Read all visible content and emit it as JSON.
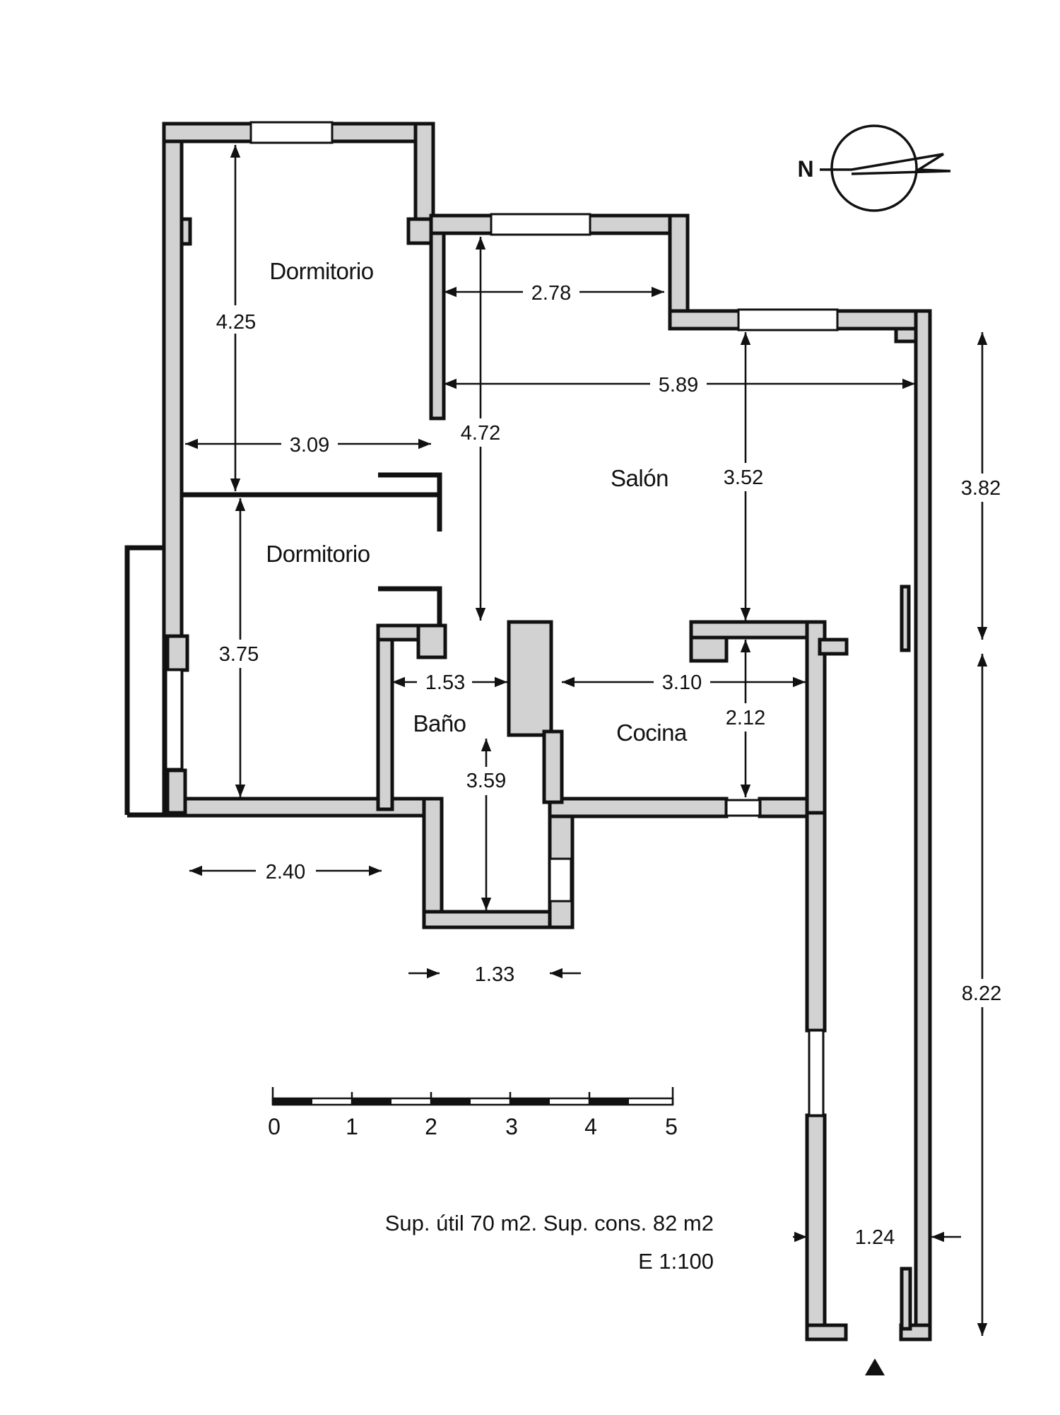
{
  "rooms": {
    "dormitorio_top": "Dormitorio",
    "dormitorio_bottom": "Dormitorio",
    "salon": "Salón",
    "bano": "Baño",
    "cocina": "Cocina"
  },
  "dimensions": {
    "d_4_25": "4.25",
    "d_2_78": "2.78",
    "d_5_89": "5.89",
    "d_3_09": "3.09",
    "d_4_72": "4.72",
    "d_3_52": "3.52",
    "d_3_82": "3.82",
    "d_3_75": "3.75",
    "d_1_53": "1.53",
    "d_3_10": "3.10",
    "d_2_12": "2.12",
    "d_3_59": "3.59",
    "d_2_40": "2.40",
    "d_1_33": "1.33",
    "d_8_22": "8.22",
    "d_1_24": "1.24"
  },
  "compass": {
    "label": "N"
  },
  "scale_bar": {
    "ticks": [
      "0",
      "1",
      "2",
      "3",
      "4",
      "5"
    ]
  },
  "info": {
    "surface": "Sup. útil 70 m2. Sup. cons. 82 m2",
    "scale": "E 1:100"
  },
  "colors": {
    "wall_fill": "#d2d2d2",
    "line": "#111111"
  }
}
